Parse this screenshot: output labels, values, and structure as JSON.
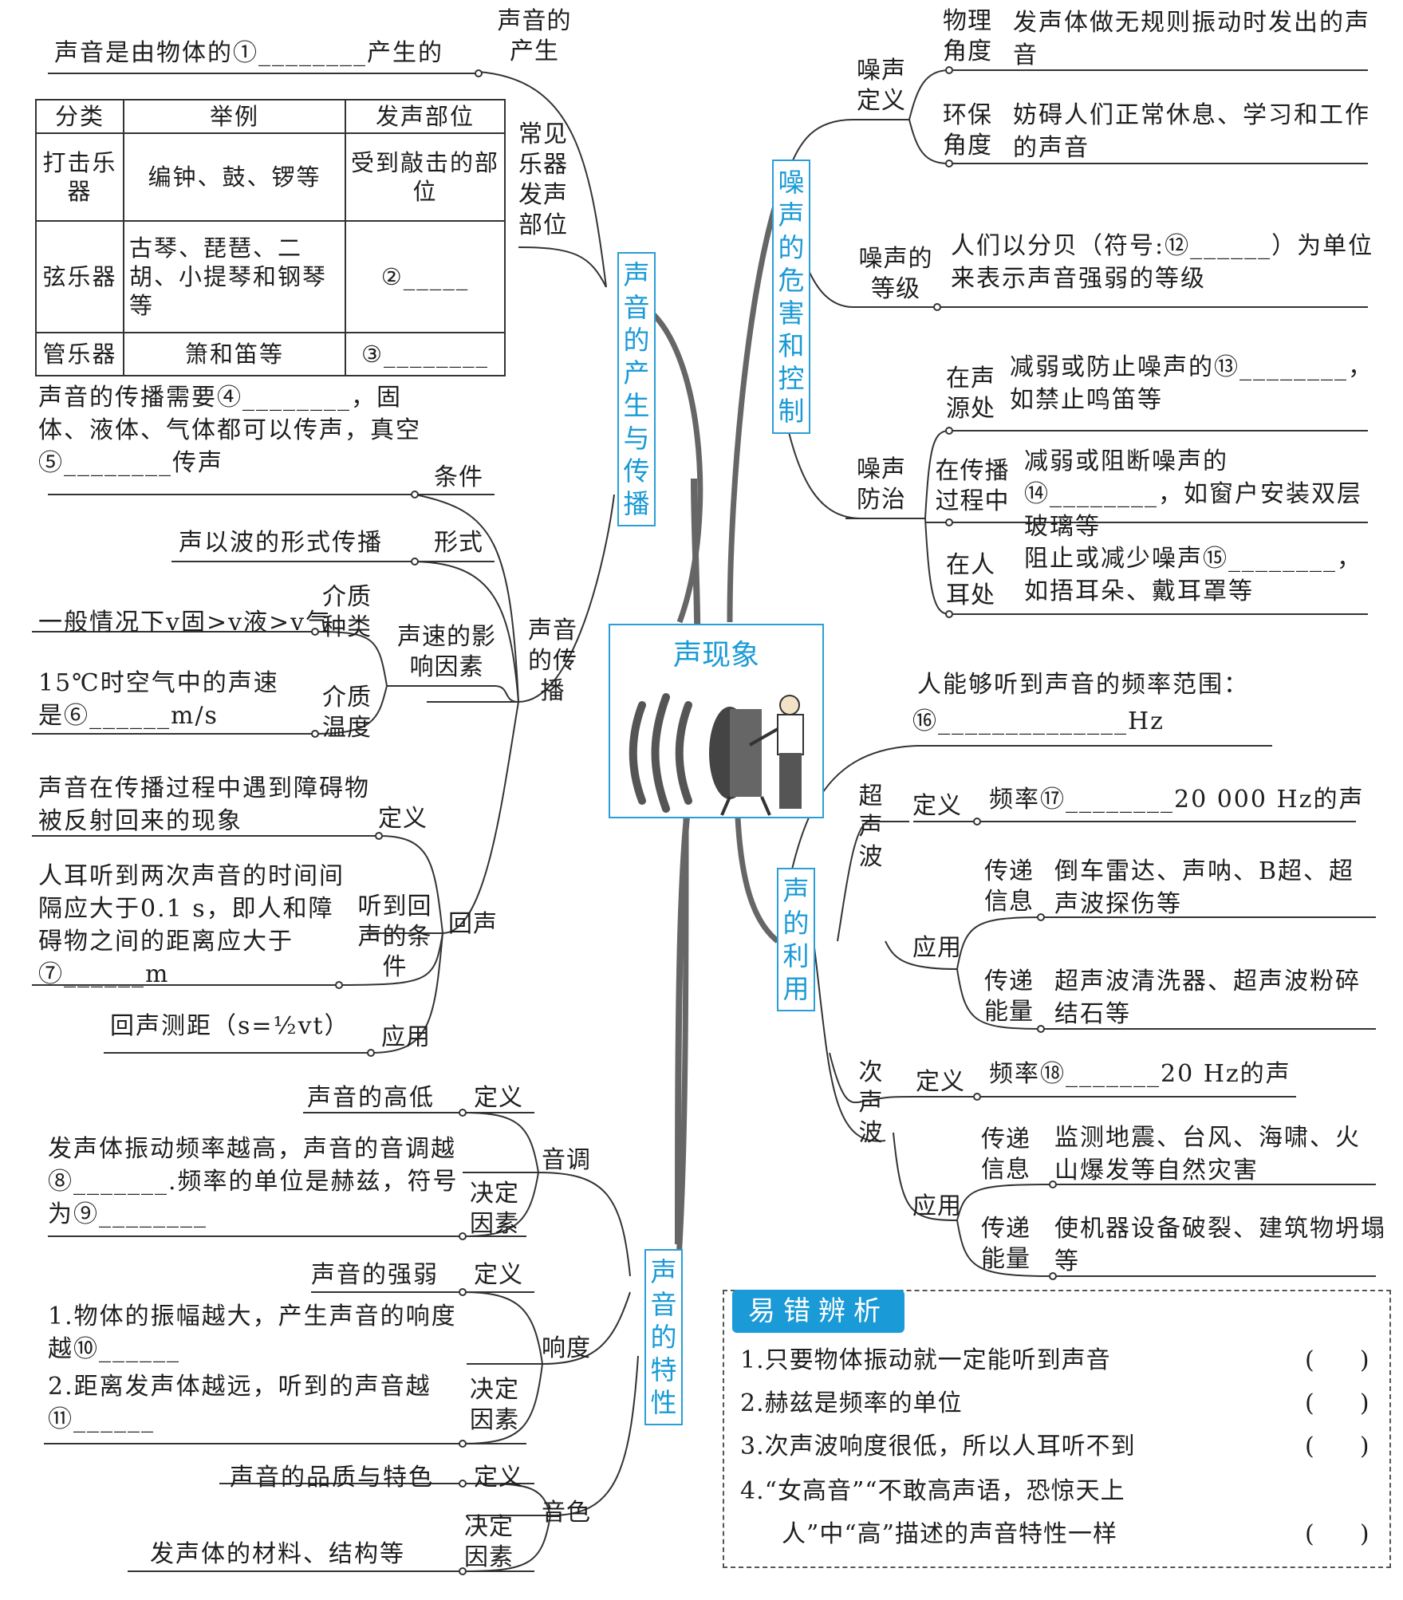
{
  "center": {
    "title": "声现象",
    "image_alt": "drum-figure"
  },
  "branches": {
    "production": "声音的产生与传播",
    "properties": "声音的特性",
    "noise": "噪声的危害和控制",
    "use": "声的利用"
  },
  "production": {
    "origin_text": "声音是由物体的①________产生的",
    "origin_label": "声音的产生",
    "instruments_label": "常见乐器发声部位",
    "table": {
      "headers": [
        "分类",
        "举例",
        "发声部位"
      ],
      "rows": [
        [
          "打击乐器",
          "编钟、鼓、锣等",
          "受到敲击的部位"
        ],
        [
          "弦乐器",
          "古琴、琵琶、二胡、小提琴和钢琴等",
          "②_____"
        ],
        [
          "管乐器",
          "箫和笛等",
          "③________"
        ]
      ]
    },
    "propagation_label": "声音的传播",
    "condition_text": "声音的传播需要④________，固体、液体、气体都可以传声，真空⑤________传声",
    "condition_label": "条件",
    "form_text": "声以波的形式传播",
    "form_label": "形式",
    "speed_label": "声速的影响因素",
    "medium_kind_label": "介质种类",
    "medium_kind_text": "一般情况下v固>v液>v气",
    "medium_temp_label": "介质温度",
    "medium_temp_text": "15℃时空气中的声速是⑥______m/s",
    "echo_label": "回声",
    "echo_def_text": "声音在传播过程中遇到障碍物被反射回来的现象",
    "echo_def_label": "定义",
    "echo_cond_text": "人耳听到两次声音的时间间隔应大于0.1 s，即人和障碍物之间的距离应大于⑦______m",
    "echo_cond_label": "听到回声的条件",
    "echo_app_text": "回声测距（s=½vt）",
    "echo_app_label": "应用"
  },
  "properties": {
    "pitch_label": "音调",
    "pitch_def_text": "声音的高低",
    "pitch_def_label": "定义",
    "pitch_factor_text": "发声体振动频率越高，声音的音调越⑧_______.频率的单位是赫兹，符号为⑨________",
    "pitch_factor_label": "决定因素",
    "loud_label": "响度",
    "loud_def_text": "声音的强弱",
    "loud_def_label": "定义",
    "loud_factor_text1": "1.物体的振幅越大，产生声音的响度越⑩______",
    "loud_factor_text2": "2.距离发声体越远，听到的声音越⑪______",
    "loud_factor_label": "决定因素",
    "timbre_label": "音色",
    "timbre_def_text": "声音的品质与特色",
    "timbre_def_label": "定义",
    "timbre_factor_text": "发声体的材料、结构等",
    "timbre_factor_label": "决定因素"
  },
  "noise": {
    "def_label": "噪声定义",
    "phys_label": "物理角度",
    "phys_text": "发声体做无规则振动时发出的声音",
    "env_label": "环保角度",
    "env_text": "妨碍人们正常休息、学习和工作的声音",
    "level_label": "噪声的等级",
    "level_text": "人们以分贝（符号:⑫______）为单位来表示声音强弱的等级",
    "control_label": "噪声防治",
    "src_label": "在声源处",
    "src_text": "减弱或防止噪声的⑬________，如禁止鸣笛等",
    "path_label": "在传播过程中",
    "path_text": "减弱或阻断噪声的⑭________，如窗户安装双层玻璃等",
    "ear_label": "在人耳处",
    "ear_text": "阻止或减少噪声⑮________，如捂耳朵、戴耳罩等"
  },
  "use": {
    "range_text": "人能够听到声音的频率范围：",
    "range_blank": "⑯______________Hz",
    "ultra_label": "超声波",
    "ultra_def_label": "定义",
    "ultra_def_text": "频率⑰________20 000 Hz的声",
    "ultra_app_label": "应用",
    "ultra_info_label": "传递信息",
    "ultra_info_text": "倒车雷达、声呐、B超、超声波探伤等",
    "ultra_energy_label": "传递能量",
    "ultra_energy_text": "超声波清洗器、超声波粉碎结石等",
    "infra_label": "次声波",
    "infra_def_label": "定义",
    "infra_def_text": "频率⑱_______20 Hz的声",
    "infra_app_label": "应用",
    "infra_info_label": "传递信息",
    "infra_info_text": "监测地震、台风、海啸、火山爆发等自然灾害",
    "infra_energy_label": "传递能量",
    "infra_energy_text": "使机器设备破裂、建筑物坍塌等"
  },
  "pitfalls": {
    "title": "易错辨析",
    "items": [
      "1.只要物体振动就一定能听到声音",
      "2.赫兹是频率的单位",
      "3.次声波响度很低，所以人耳听不到",
      "4.“女高音”“不敢高声语，恐惊天上",
      "人”中“高”描述的声音特性一样"
    ],
    "paren": "(      )"
  },
  "colors": {
    "accent": "#1a9ad6",
    "line": "#333333"
  }
}
